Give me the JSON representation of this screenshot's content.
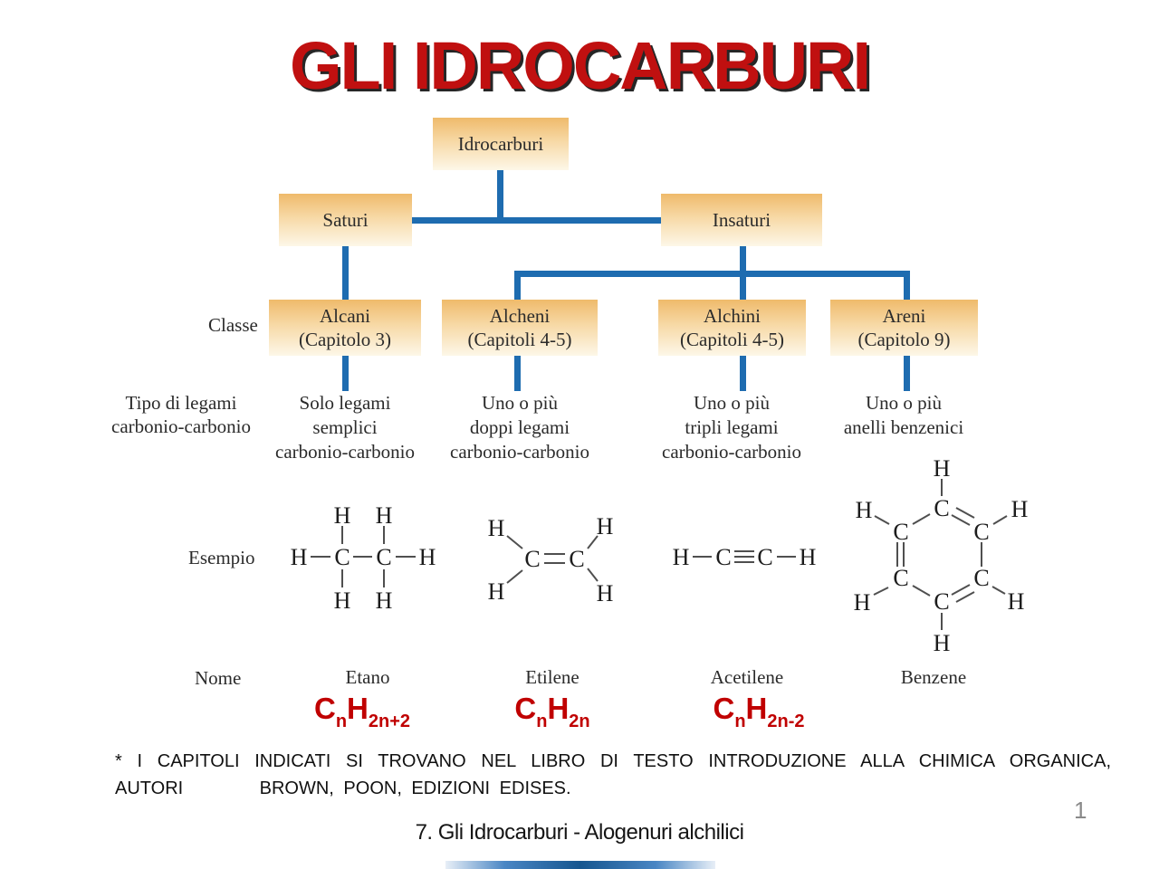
{
  "slide": {
    "title": "GLI IDROCARBURI",
    "page_number": "1",
    "footer": "7. Gli Idrocarburi - Alogenuri alchilici",
    "note_line1": "* I CAPITOLI INDICATI SI TROVANO NEL LIBRO DI TESTO INTRODUZIONE ALLA CHIMICA ORGANICA,",
    "note_line2": "AUTORI        BROWN, POON, EDIZIONI EDISES."
  },
  "diagram": {
    "root": {
      "label": "Idrocarburi"
    },
    "branches": [
      {
        "label": "Saturi"
      },
      {
        "label": "Insaturi"
      }
    ],
    "row_labels": {
      "classe": "Classe",
      "tipo_line1": "Tipo di legami",
      "tipo_line2": "carbonio-carbonio",
      "esempio": "Esempio",
      "nome": "Nome"
    },
    "classes": [
      {
        "name": "Alcani",
        "chapter": "(Capitolo 3)",
        "bond_lines": [
          "Solo legami",
          "semplici",
          "carbonio-carbonio"
        ],
        "example_name": "Etano"
      },
      {
        "name": "Alcheni",
        "chapter": "(Capitoli 4-5)",
        "bond_lines": [
          "Uno o più",
          "doppi legami",
          "carbonio-carbonio"
        ],
        "example_name": "Etilene"
      },
      {
        "name": "Alchini",
        "chapter": "(Capitoli 4-5)",
        "bond_lines": [
          "Uno o più",
          "tripli legami",
          "carbonio-carbonio"
        ],
        "example_name": "Acetilene"
      },
      {
        "name": "Areni",
        "chapter": "(Capitolo 9)",
        "bond_lines": [
          "Uno o più",
          "anelli benzenici"
        ],
        "example_name": "Benzene"
      }
    ],
    "formulas": [
      {
        "m1": "C",
        "s1": "n",
        "m2": "H",
        "s2": "2n+2"
      },
      {
        "m1": "C",
        "s1": "n",
        "m2": "H",
        "s2": "2n"
      },
      {
        "m1": "C",
        "s1": "n",
        "m2": "H",
        "s2": "2n-2"
      }
    ],
    "colors": {
      "connector": "#1e6cb0",
      "box_top": "#efba6b",
      "box_mid": "#f7d9a6",
      "box_bottom": "#fdf7e8",
      "title_red": "#c01010",
      "formula_red": "#c00000"
    }
  },
  "molecules": [
    {
      "id": "etano",
      "atoms": [
        [
          "H",
          330,
          615
        ],
        [
          "C",
          378,
          615
        ],
        [
          "C",
          424,
          615
        ],
        [
          "H",
          472,
          615
        ],
        [
          "H",
          378,
          569
        ],
        [
          "H",
          424,
          569
        ],
        [
          "H",
          378,
          663
        ],
        [
          "H",
          424,
          663
        ]
      ],
      "bonds": [
        [
          343,
          615,
          365,
          615
        ],
        [
          390,
          615,
          411,
          615
        ],
        [
          437,
          615,
          459,
          615
        ],
        [
          378,
          581,
          378,
          601
        ],
        [
          424,
          581,
          424,
          601
        ],
        [
          378,
          629,
          378,
          649
        ],
        [
          424,
          629,
          424,
          649
        ]
      ]
    },
    {
      "id": "etilene",
      "atoms": [
        [
          "C",
          588,
          617
        ],
        [
          "C",
          637,
          617
        ],
        [
          "H",
          548,
          583
        ],
        [
          "H",
          548,
          653
        ],
        [
          "H",
          668,
          581
        ],
        [
          "H",
          668,
          655
        ]
      ],
      "bonds": [
        [
          601,
          612,
          624,
          612
        ],
        [
          601,
          622,
          624,
          622
        ],
        [
          560,
          592,
          577,
          606
        ],
        [
          560,
          644,
          577,
          630
        ],
        [
          660,
          592,
          649,
          606
        ],
        [
          649,
          628,
          660,
          642
        ]
      ]
    },
    {
      "id": "acetilene",
      "atoms": [
        [
          "H",
          752,
          615
        ],
        [
          "C",
          799,
          615
        ],
        [
          "C",
          845,
          615
        ],
        [
          "H",
          892,
          615
        ]
      ],
      "bonds": [
        [
          765,
          615,
          786,
          615
        ],
        [
          811,
          609,
          833,
          609
        ],
        [
          811,
          615,
          833,
          615
        ],
        [
          811,
          621,
          833,
          621
        ],
        [
          858,
          615,
          879,
          615
        ]
      ]
    },
    {
      "id": "benzene",
      "atoms": [
        [
          "C",
          1040,
          561
        ],
        [
          "C",
          1084,
          587
        ],
        [
          "C",
          1084,
          638
        ],
        [
          "C",
          1040,
          664
        ],
        [
          "C",
          995,
          638
        ],
        [
          "C",
          995,
          587
        ],
        [
          "H",
          1040,
          517
        ],
        [
          "H",
          1126,
          562
        ],
        [
          "H",
          1122,
          664
        ],
        [
          "H",
          1040,
          710
        ],
        [
          "H",
          952,
          665
        ],
        [
          "H",
          954,
          563
        ]
      ],
      "bonds": [
        [
          1027,
          568,
          1008,
          579
        ],
        [
          1051,
          569,
          1071,
          580
        ],
        [
          1056,
          561,
          1076,
          572
        ],
        [
          991,
          599,
          991,
          626
        ],
        [
          998,
          599,
          998,
          626
        ],
        [
          1084,
          599,
          1084,
          626
        ],
        [
          1008,
          647,
          1027,
          658
        ],
        [
          1071,
          646,
          1051,
          657
        ],
        [
          1076,
          654,
          1056,
          665
        ],
        [
          1040,
          529,
          1040,
          548
        ],
        [
          966,
          570,
          982,
          579
        ],
        [
          1112,
          570,
          1097,
          579
        ],
        [
          965,
          657,
          981,
          649
        ],
        [
          1110,
          656,
          1096,
          648
        ],
        [
          1040,
          677,
          1040,
          696
        ]
      ]
    }
  ]
}
